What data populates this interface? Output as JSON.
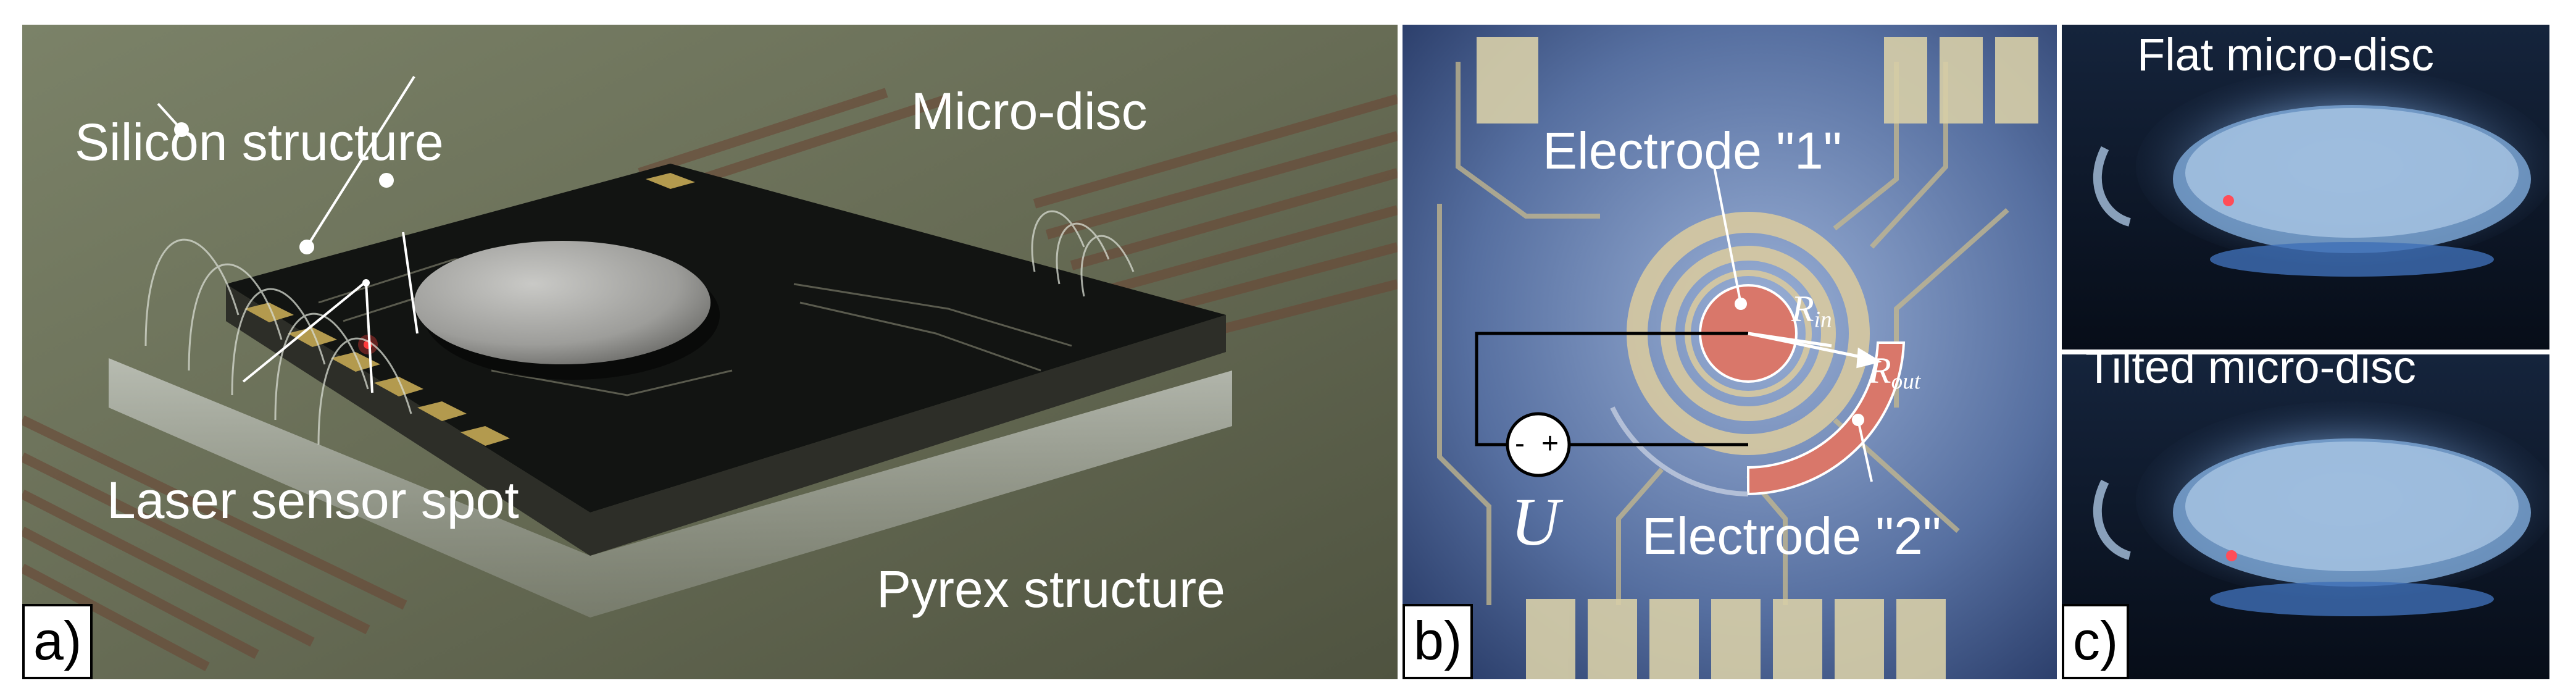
{
  "panel_a": {
    "tag": "a)",
    "labels": {
      "silicon": "Silicon structure",
      "microdisc": "Micro-disc",
      "laser": "Laser sensor spot",
      "pyrex": "Pyrex structure"
    }
  },
  "panel_b": {
    "tag": "b)",
    "labels": {
      "electrode1": "Electrode \"1\"",
      "electrode2": "Electrode \"2\"",
      "r_in_base": "R",
      "r_in_sub": "in",
      "r_out_base": "R",
      "r_out_sub": "out",
      "voltage": "U",
      "minus": "-",
      "plus": "+"
    }
  },
  "panel_c": {
    "tag": "c)",
    "labels": {
      "flat": "Flat micro-disc",
      "tilted": "Tilted micro-disc"
    }
  },
  "colors": {
    "electrode_fill": "#d9776a",
    "label_text": "#ffffff",
    "tag_border": "#000000"
  }
}
